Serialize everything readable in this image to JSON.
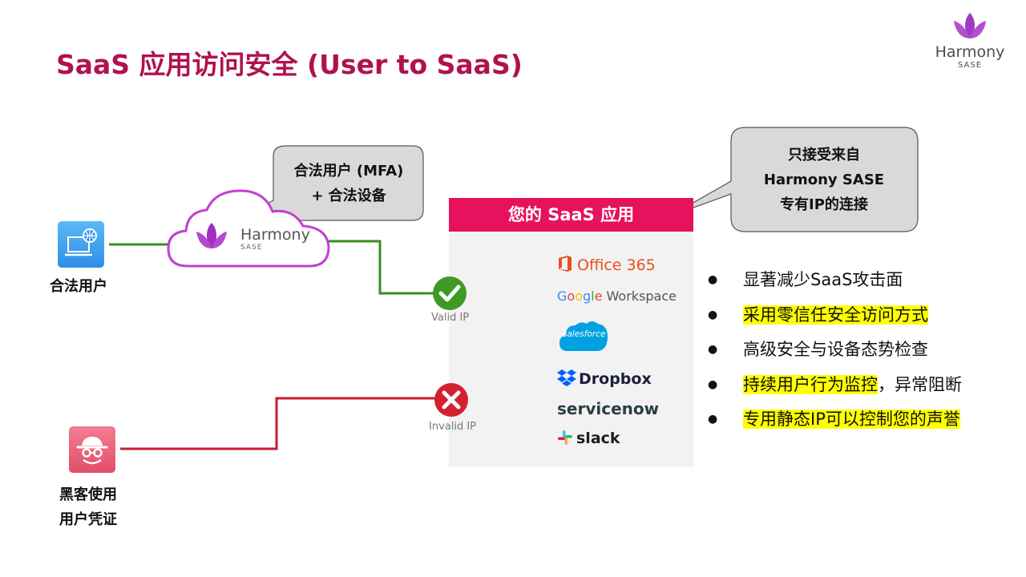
{
  "title": "SaaS 应用访问安全 (User to SaaS)",
  "brand": {
    "name": "Harmony",
    "sub": "SASE"
  },
  "user": {
    "label": "合法用户",
    "icon": "user-laptop-globe-icon"
  },
  "hacker": {
    "label_line1": "黑客使用",
    "label_line2": "用户凭证",
    "icon": "hacker-spy-icon"
  },
  "cloud": {
    "name": "Harmony",
    "sub": "SASE"
  },
  "callout_mfa": {
    "line1": "合法用户 (MFA)",
    "line2": "+ 合法设备"
  },
  "callout_ip": {
    "line1": "只接受来自",
    "line2": "Harmony SASE",
    "line3": "专有IP的连接"
  },
  "saas": {
    "header": "您的 SaaS 应用",
    "valid_label": "Valid IP",
    "invalid_label": "Invalid IP",
    "apps": {
      "office": "Office 365",
      "google_word": "Workspace",
      "salesforce": "salesforce",
      "dropbox": "Dropbox",
      "servicenow": "servicenow",
      "slack": "slack"
    }
  },
  "benefits": [
    {
      "text": "显著减少SaaS攻击面",
      "highlight": false
    },
    {
      "text": "采用零信任安全访问方式",
      "highlight": true
    },
    {
      "text": "高级安全与设备态势检查",
      "highlight": false
    },
    {
      "text_hl": "持续用户行为监控",
      "text_rest": "，异常阻断",
      "highlight": true
    },
    {
      "text": "专用静态IP可以控制您的声誉",
      "highlight": true
    }
  ],
  "colors": {
    "title": "#b0124f",
    "header": "#e6125d",
    "valid": "#3a8e1e",
    "invalid": "#c81d2a",
    "cloud": "#c23fd0",
    "highlight": "#ffff00"
  }
}
